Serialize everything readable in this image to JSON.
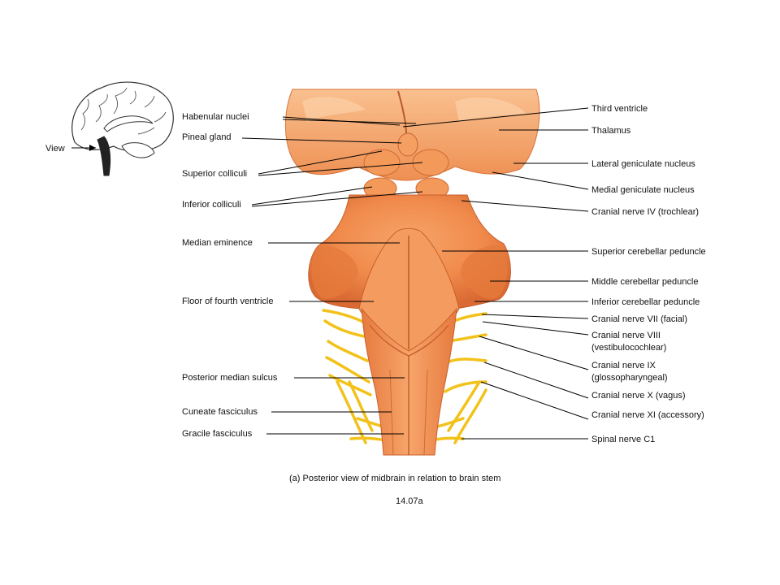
{
  "view_label": "View",
  "labels_left": {
    "habenular_nuclei": "Habenular nuclei",
    "pineal_gland": "Pineal gland",
    "superior_colliculi": "Superior colliculi",
    "inferior_colliculi": "Inferior colliculi",
    "median_eminence": "Median eminence",
    "floor_fourth_ventricle": "Floor of fourth ventricle",
    "posterior_median_sulcus": "Posterior median sulcus",
    "cuneate_fasciculus": "Cuneate fasciculus",
    "gracile_fasciculus": "Gracile fasciculus"
  },
  "labels_right": {
    "third_ventricle": "Third ventricle",
    "thalamus": "Thalamus",
    "lateral_geniculate": "Lateral geniculate nucleus",
    "medial_geniculate": "Medial geniculate nucleus",
    "cn_iv": "Cranial nerve IV (trochlear)",
    "superior_cerebellar": "Superior cerebellar peduncle",
    "middle_cerebellar": "Middle cerebellar peduncle",
    "inferior_cerebellar": "Inferior cerebellar peduncle",
    "cn_vii": "Cranial nerve VII (facial)",
    "cn_viii_line1": "Cranial nerve VIII",
    "cn_viii_line2": "(vestibulocochlear)",
    "cn_ix_line1": "Cranial nerve IX",
    "cn_ix_line2": "(glossopharyngeal)",
    "cn_x": "Cranial nerve X (vagus)",
    "cn_xi": "Cranial nerve XI (accessory)",
    "spinal_c1": "Spinal nerve C1"
  },
  "caption": "(a) Posterior view of midbrain in relation to brain stem",
  "figure_number": "14.07a",
  "colors": {
    "tissue": "#f08a4b",
    "tissue_light": "#f7b07a",
    "tissue_dark": "#c8582a",
    "nerve": "#f2c21b",
    "leader_line": "#000000"
  }
}
